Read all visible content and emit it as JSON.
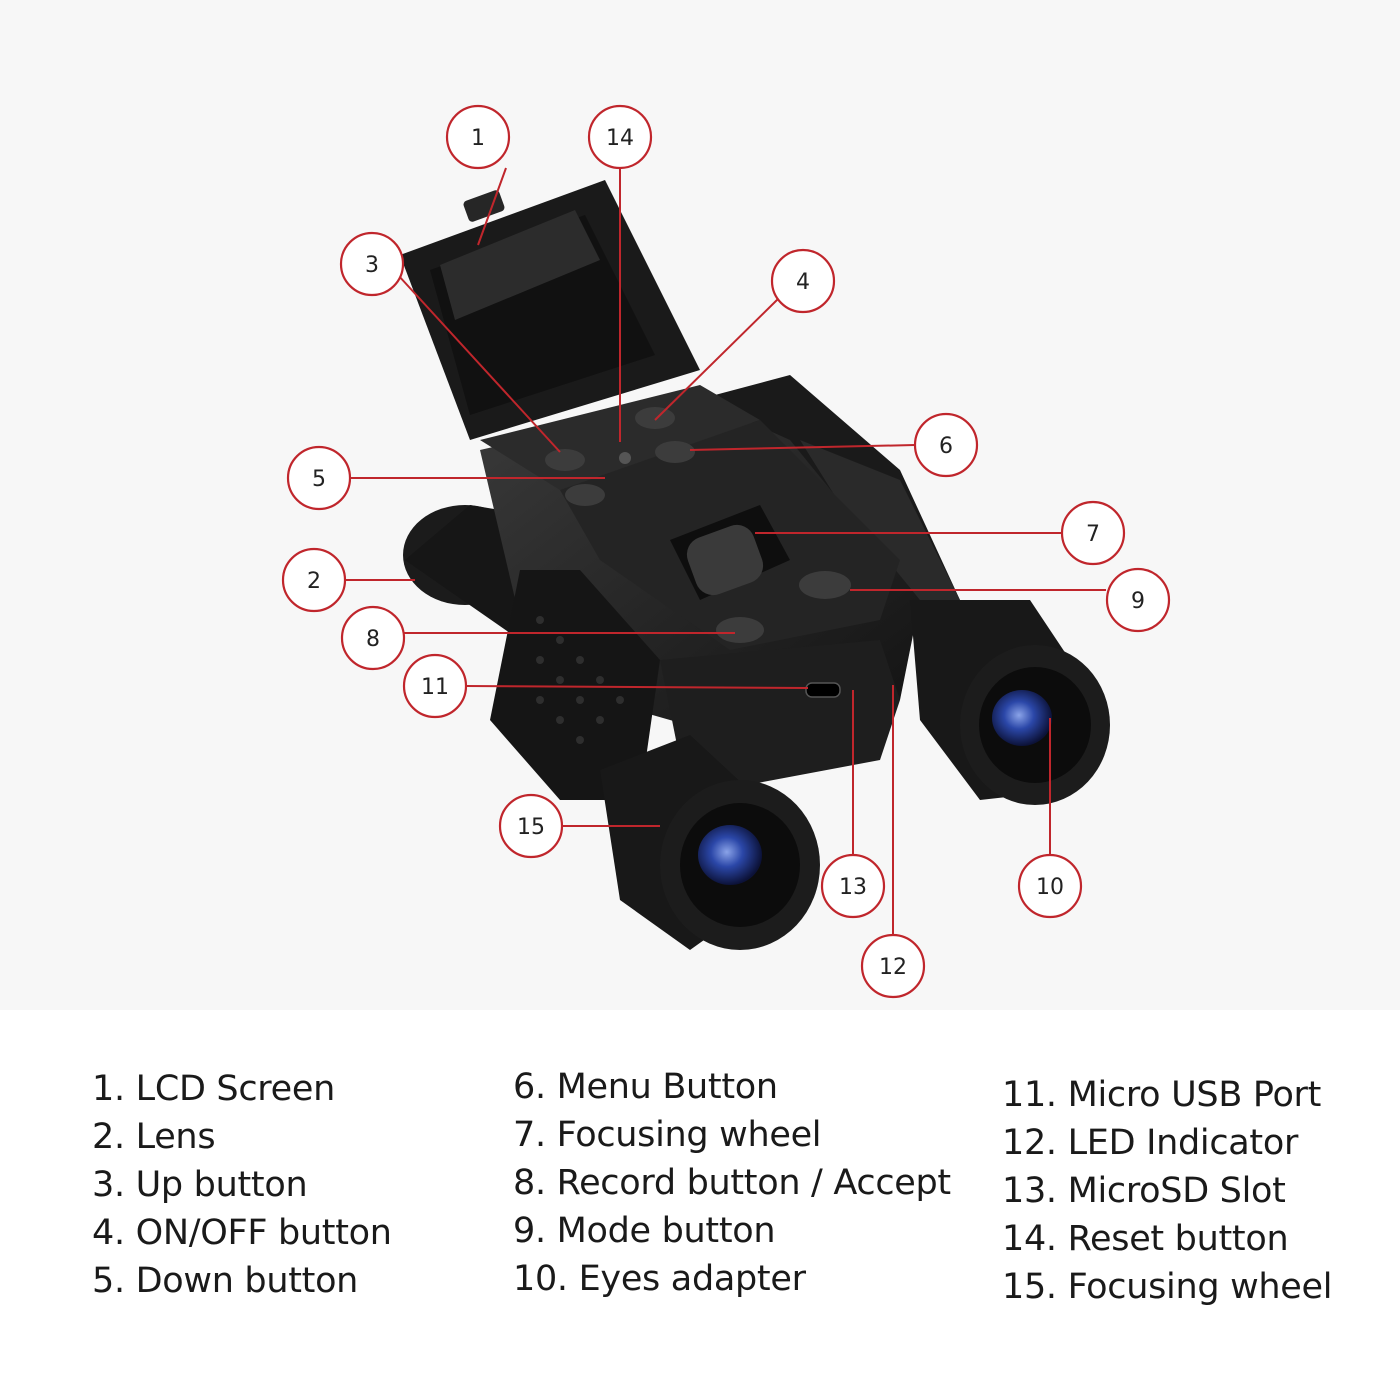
{
  "callouts": [
    "1",
    "2",
    "3",
    "4",
    "5",
    "6",
    "7",
    "8",
    "9",
    "10",
    "11",
    "12",
    "13",
    "14",
    "15"
  ],
  "legend": {
    "col1": [
      "1. LCD Screen",
      "2. Lens",
      "3. Up button",
      "4. ON/OFF button",
      "5. Down button"
    ],
    "col2": [
      "6. Menu Button",
      "7. Focusing wheel",
      "8. Record button / Accept",
      "9. Mode button",
      "10. Eyes adapter"
    ],
    "col3": [
      "11. Micro USB Port",
      "12. LED Indicator",
      "13. MicroSD Slot",
      "14. Reset button",
      "15. Focusing wheel"
    ]
  },
  "colors": {
    "accent": "#c0262c",
    "body": "#1c1c1c",
    "lens": "#2a3f8f"
  }
}
